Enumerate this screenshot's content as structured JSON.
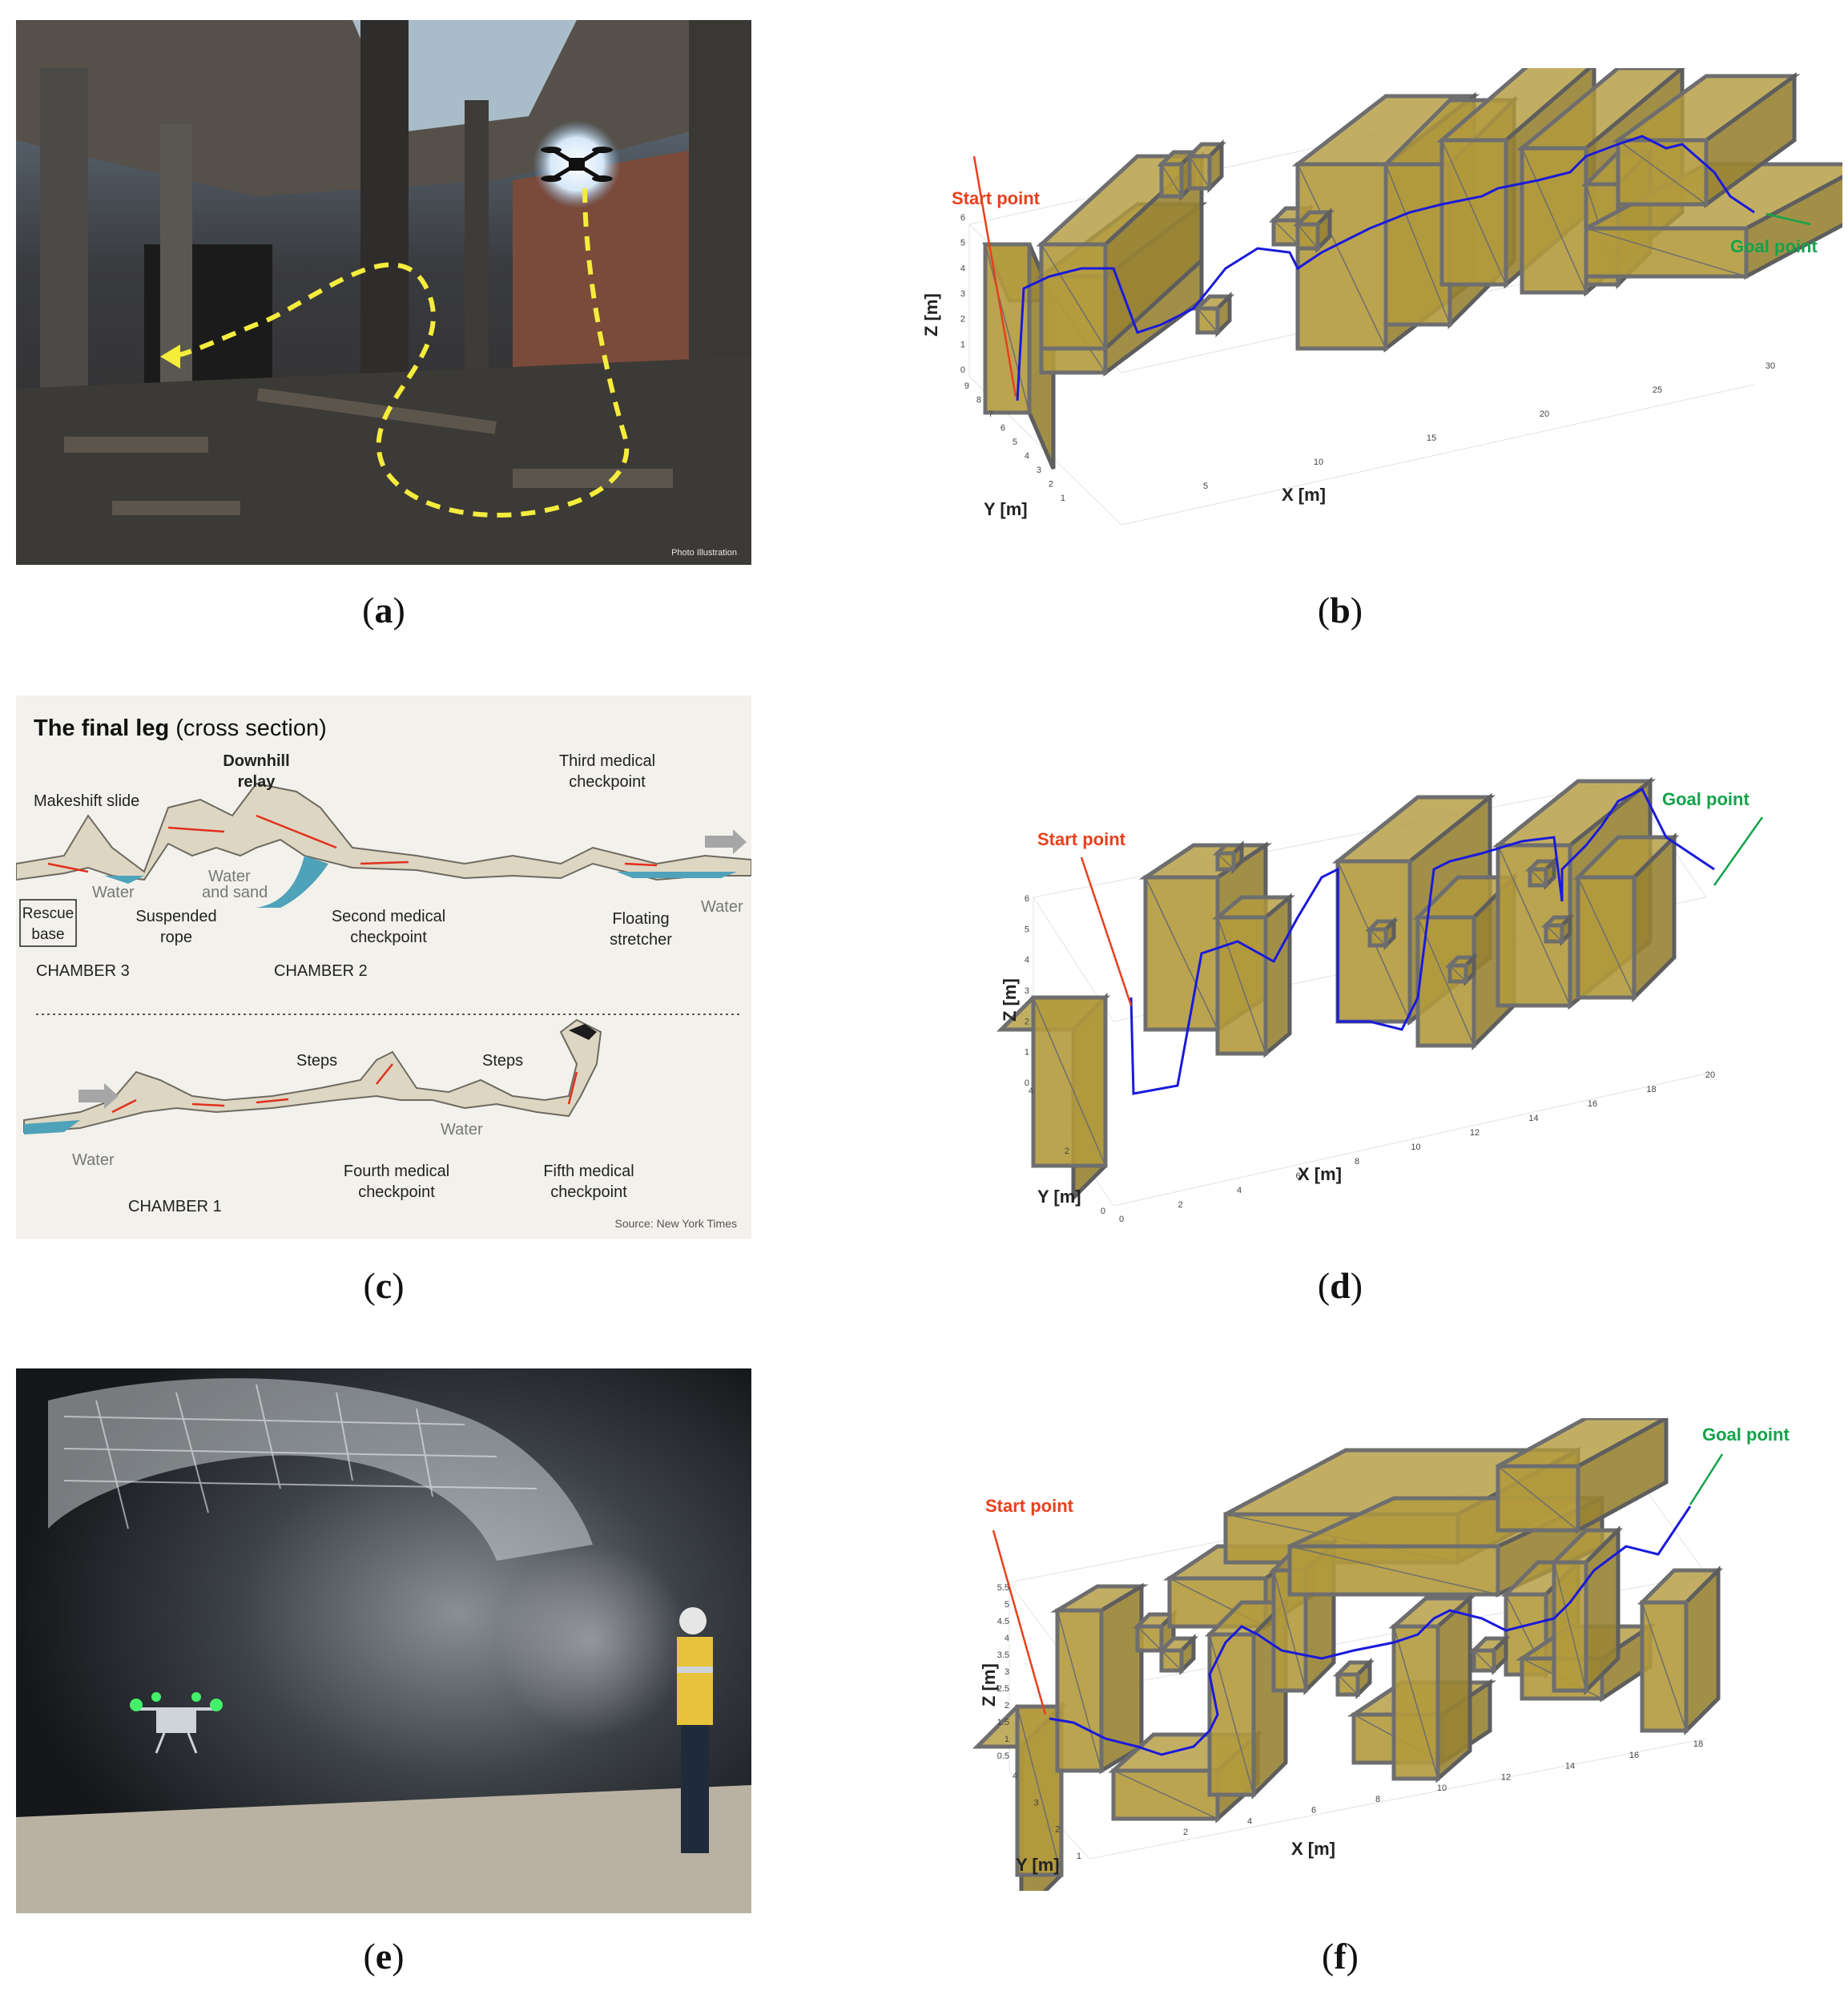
{
  "captions": {
    "a": {
      "open": "(",
      "letter": "a",
      "close": ")"
    },
    "b": {
      "open": "(",
      "letter": "b",
      "close": ")"
    },
    "c": {
      "open": "(",
      "letter": "c",
      "close": ")"
    },
    "d": {
      "open": "(",
      "letter": "d",
      "close": ")"
    },
    "e": {
      "open": "(",
      "letter": "e",
      "close": ")"
    },
    "f": {
      "open": "(",
      "letter": "f",
      "close": ")"
    }
  },
  "panel_a": {
    "watermark": "Photo Illustration"
  },
  "panel_c": {
    "title_bold": "The final leg",
    "title_rest": " (cross section)",
    "labels": {
      "makeshift_slide": "Makeshift slide",
      "downhill_relay_1": "Downhill",
      "downhill_relay_2": "relay",
      "third_med_1": "Third medical",
      "third_med_2": "checkpoint",
      "water_1": "Water",
      "water_sand_1": "Water",
      "water_sand_2": "and sand",
      "rescue_base_1": "Rescue",
      "rescue_base_2": "base",
      "suspended_rope_1": "Suspended",
      "suspended_rope_2": "rope",
      "second_med_1": "Second medical",
      "second_med_2": "checkpoint",
      "floating_1": "Floating",
      "floating_2": "stretcher",
      "water_2": "Water",
      "chamber3": "CHAMBER 3",
      "chamber2": "CHAMBER 2",
      "steps_1": "Steps",
      "steps_2": "Steps",
      "water_3": "Water",
      "water_4": "Water",
      "fourth_med_1": "Fourth medical",
      "fourth_med_2": "checkpoint",
      "fifth_med_1": "Fifth medical",
      "fifth_med_2": "checkpoint",
      "chamber1": "CHAMBER 1",
      "source": "Source: New York Times"
    }
  },
  "plot_b": {
    "start_label": "Start point",
    "goal_label": "Goal point",
    "xlabel": "X [m]",
    "ylabel": "Y [m]",
    "zlabel": "Z [m]",
    "x_ticks": [
      "5",
      "10",
      "15",
      "20",
      "25",
      "30"
    ],
    "y_ticks": [
      "1",
      "2",
      "3",
      "4",
      "5",
      "6",
      "7",
      "8",
      "9"
    ],
    "z_ticks": [
      "0",
      "1",
      "2",
      "3",
      "4",
      "5",
      "6"
    ]
  },
  "plot_d": {
    "start_label": "Start point",
    "goal_label": "Goal point",
    "xlabel": "X [m]",
    "ylabel": "Y [m]",
    "zlabel": "Z [m]",
    "x_ticks": [
      "0",
      "2",
      "4",
      "6",
      "8",
      "10",
      "12",
      "14",
      "16",
      "18",
      "20"
    ],
    "y_ticks": [
      "0",
      "2",
      "4"
    ],
    "z_ticks": [
      "0",
      "1",
      "2",
      "3",
      "4",
      "5",
      "6"
    ]
  },
  "plot_f": {
    "start_label": "Start point",
    "goal_label": "Goal point",
    "xlabel": "X [m]",
    "ylabel": "Y [m]",
    "zlabel": "Z [m]",
    "x_ticks": [
      "2",
      "4",
      "6",
      "8",
      "10",
      "12",
      "14",
      "16",
      "18"
    ],
    "y_ticks": [
      "1",
      "2",
      "3",
      "4"
    ],
    "z_ticks": [
      "0.5",
      "1",
      "1.5",
      "2",
      "2.5",
      "3",
      "3.5",
      "4",
      "4.5",
      "5",
      "5.5"
    ]
  },
  "colors": {
    "box_fill": "#b39a3c",
    "box_edge": "#6e6e6e",
    "path": "#1a1adb",
    "start": "#e8401c",
    "goal": "#13a34a",
    "arrow_yellow": "#f5ec3c"
  }
}
